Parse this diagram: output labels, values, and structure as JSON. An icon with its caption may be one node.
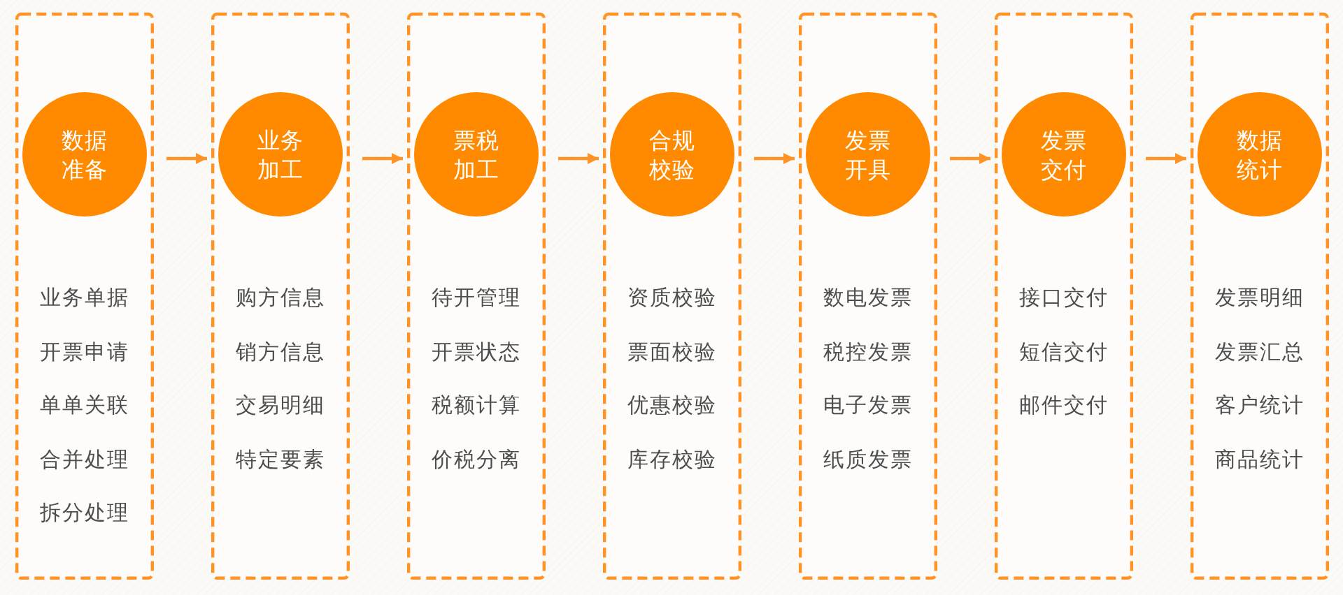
{
  "diagram": {
    "nodes": [
      {
        "text": [
          "业务单据",
          "开票申请",
          "单单关联",
          "合并处理",
          "拆分处理"
        ]
      },
      {
        "text": [
          "数据准备"
        ],
        "in": 0
      },
      {
        "text": [
          "购方信息",
          "销方信息",
          "交易明细",
          "特定要素"
        ]
      },
      {
        "text": [
          "业务加工"
        ],
        "in": 2
      },
      {
        "text": [
          "待开管理",
          "开票状态",
          "税额计算",
          "价税分离"
        ]
      },
      {
        "text": [
          "票税加工"
        ],
        "in": 4
      },
      {
        "text": [
          "资质校验",
          "票面校验",
          "优惠校验",
          "库存校验"
        ]
      },
      {
        "text": [
          "合规校验"
        ],
        "in": 6
      },
      {
        "text": [
          "数电发票",
          "税控发票",
          "电子发票",
          "纸质发票"
        ]
      },
      {
        "text": [
          "发票开具"
        ],
        "in": 8
      },
      {
        "text": [
          "接口交付",
          "短信交付",
          "邮件交付"
        ]
      },
      {
        "text": [
          "发票交付"
        ],
        "in": 10
      },
      {
        "text": [
          "发票明细",
          "发票汇总",
          "客户统计",
          "商品统计"
        ]
      },
      {
        "text": [
          "数据统计"
        ],
        "in": 12
      }
    ],
    "edges": [
      {
        "from": 0,
        "to": 2,
        "arrow": "to"
      },
      {
        "from": 2,
        "to": 4,
        "arrow": "to"
      },
      {
        "from": 4,
        "to": 6,
        "arrow": "to"
      },
      {
        "from": 6,
        "to": 8,
        "arrow": "to"
      },
      {
        "from": 8,
        "to": 10,
        "arrow": "to"
      },
      {
        "from": 10,
        "to": 12,
        "arrow": "to"
      }
    ]
  }
}
